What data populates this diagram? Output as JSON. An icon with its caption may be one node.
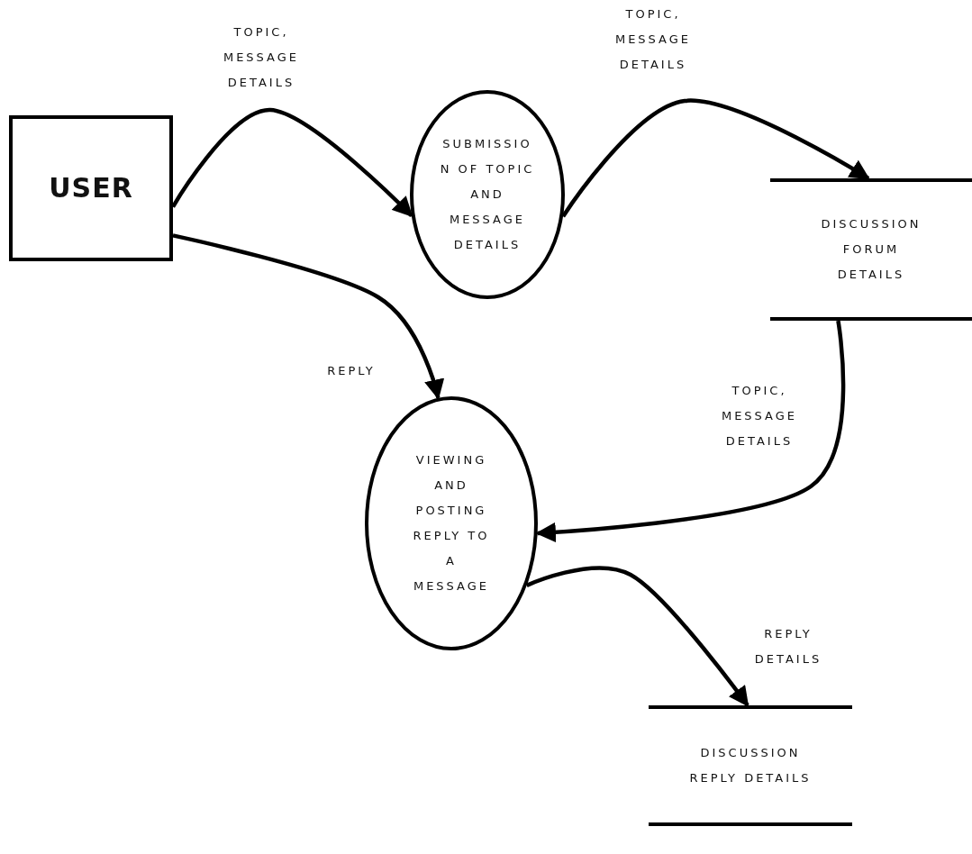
{
  "diagram": {
    "nodes": [
      {
        "text": [
          "USER"
        ]
      },
      {
        "text": [
          "SUBMISSIO N OF TOPIC AND MESSAGE DETAILS"
        ]
      },
      {
        "text": [
          "DISCUSSION FORUM DETAILS"
        ]
      },
      {
        "text": [
          "VIEWING AND POSTING REPLY TO A MESSAGE"
        ]
      },
      {
        "text": [
          "DISCUSSION REPLY DETAILS"
        ]
      }
    ],
    "edges": [
      {
        "from": 0,
        "to": 1,
        "arrow": "to",
        "label": "TOPIC, MESSAGE DETAILS"
      },
      {
        "from": 1,
        "to": 2,
        "arrow": "to",
        "label": "TOPIC, MESSAGE DETAILS"
      },
      {
        "from": 0,
        "to": 3,
        "arrow": "to",
        "label": "REPLY"
      },
      {
        "from": 2,
        "to": 3,
        "arrow": "to",
        "label": "TOPIC, MESSAGE DETAILS"
      },
      {
        "from": 3,
        "to": 4,
        "arrow": "to",
        "label": "REPLY DETAILS"
      }
    ]
  }
}
